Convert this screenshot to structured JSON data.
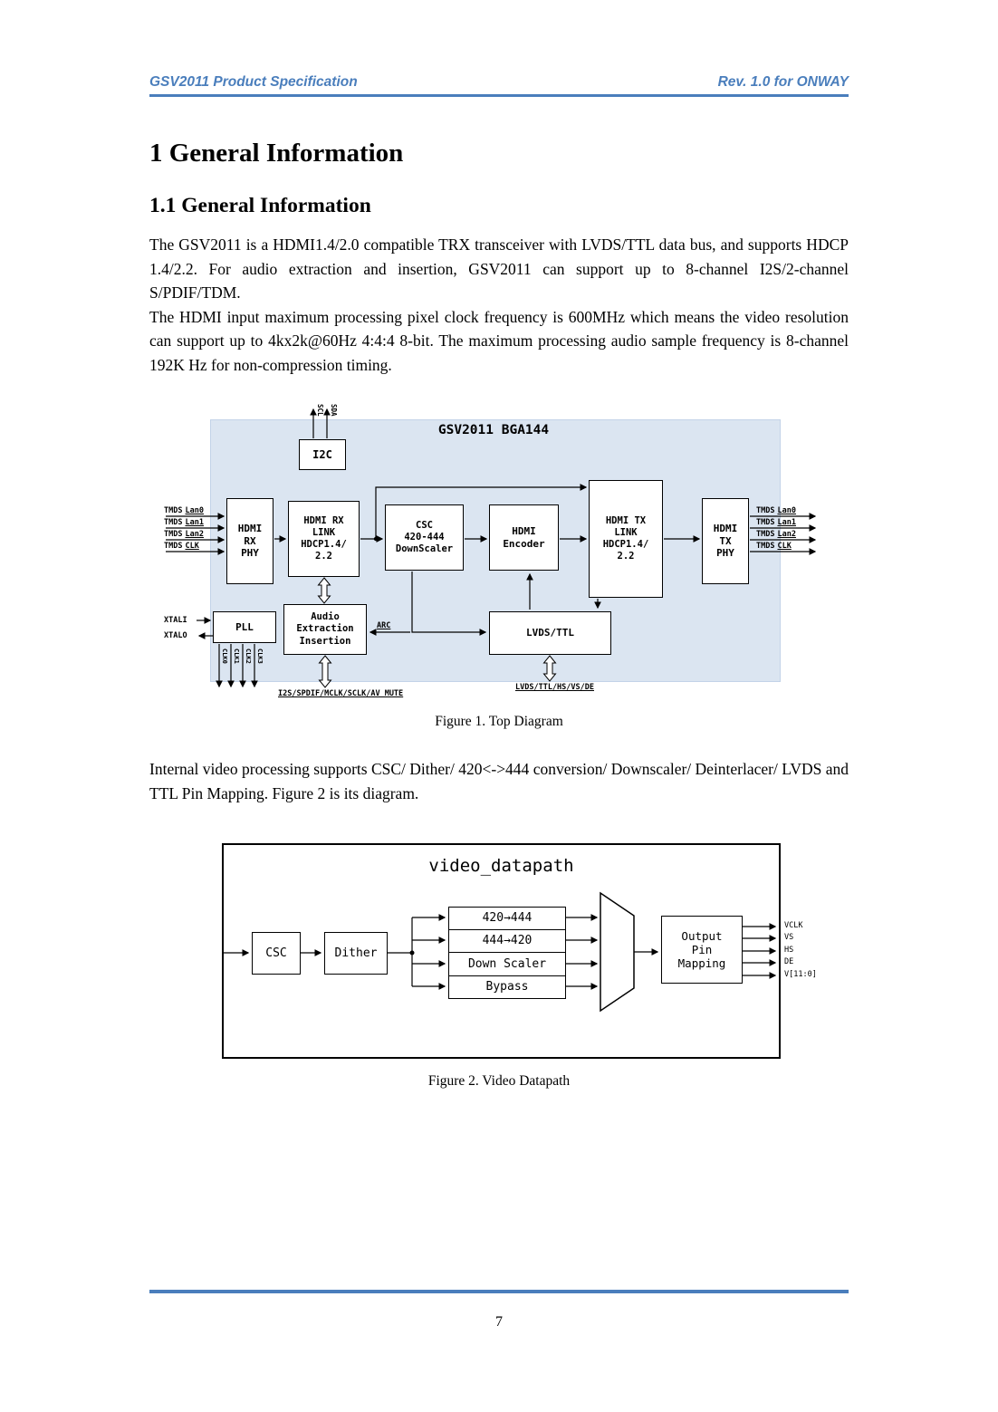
{
  "page": {
    "header": {
      "left": "GSV2011 Product Specification",
      "right": "Rev. 1.0 for ONWAY"
    },
    "footer": {
      "page_number": "7"
    },
    "accent_color": "#4a7ebc",
    "diagram_bg_color": "#dbe5f1"
  },
  "content": {
    "h1": "1 General Information",
    "h2": "1.1 General Information",
    "para1": "The GSV2011 is a HDMI1.4/2.0 compatible TRX transceiver with LVDS/TTL data bus, and supports HDCP 1.4/2.2. For audio extraction and insertion, GSV2011 can support up to 8-channel I2S/2-channel S/PDIF/TDM.",
    "para2": "The HDMI input maximum processing pixel clock frequency is 600MHz which means the video resolution can support up to 4kx2k@60Hz 4:4:4 8-bit. The maximum processing audio sample frequency is 8-channel 192K Hz for non-compression timing.",
    "para3": "Internal video processing supports CSC/ Dither/ 420<->444 conversion/ Downscaler/ Deinterlacer/ LVDS and TTL Pin Mapping. Figure 2 is its diagram.",
    "fig1_caption": "Figure 1. Top Diagram",
    "fig2_caption": "Figure 2. Video Datapath"
  },
  "fig1": {
    "title": "GSV2011 BGA144",
    "boxes": {
      "i2c": "I2C",
      "rx_phy": "HDMI\nRX\nPHY",
      "rx_link": "HDMI RX\nLINK\nHDCP1.4/\n2.2",
      "csc": "CSC\n420-444\nDownScaler",
      "encoder": "HDMI\nEncoder",
      "tx_link": "HDMI TX\nLINK\nHDCP1.4/\n2.2",
      "tx_phy": "HDMI\nTX\nPHY",
      "pll": "PLL",
      "audio": "Audio\nExtraction\nInsertion",
      "lvds": "LVDS/TTL"
    },
    "left_inputs": [
      {
        "bus": "TMDS",
        "pin": "Lan0"
      },
      {
        "bus": "TMDS",
        "pin": "Lan1"
      },
      {
        "bus": "TMDS",
        "pin": "Lan2"
      },
      {
        "bus": "TMDS",
        "pin": "CLK"
      }
    ],
    "right_outputs": [
      {
        "bus": "TMDS",
        "pin": "Lan0"
      },
      {
        "bus": "TMDS",
        "pin": "Lan1"
      },
      {
        "bus": "TMDS",
        "pin": "Lan2"
      },
      {
        "bus": "TMDS",
        "pin": "CLK"
      }
    ],
    "top_pins": [
      "SCL",
      "SDA"
    ],
    "clk_pins": [
      "CLK0",
      "CLK1",
      "CLK2",
      "CLK3"
    ],
    "xtal": {
      "in": "XTALI",
      "out": "XTALO"
    },
    "arc_label": "ARC",
    "audio_bus": "I2S/SPDIF/MCLK/SCLK/AV MUTE",
    "video_bus": "LVDS/TTL/HS/VS/DE"
  },
  "fig2": {
    "title": "video_datapath",
    "csc": "CSC",
    "dither": "Dither",
    "paths": [
      "420→444",
      "444→420",
      "Down Scaler",
      "Bypass"
    ],
    "output_box": "Output\nPin\nMapping",
    "outputs": [
      "VCLK",
      "VS",
      "HS",
      "DE",
      "V[11:0]"
    ]
  }
}
